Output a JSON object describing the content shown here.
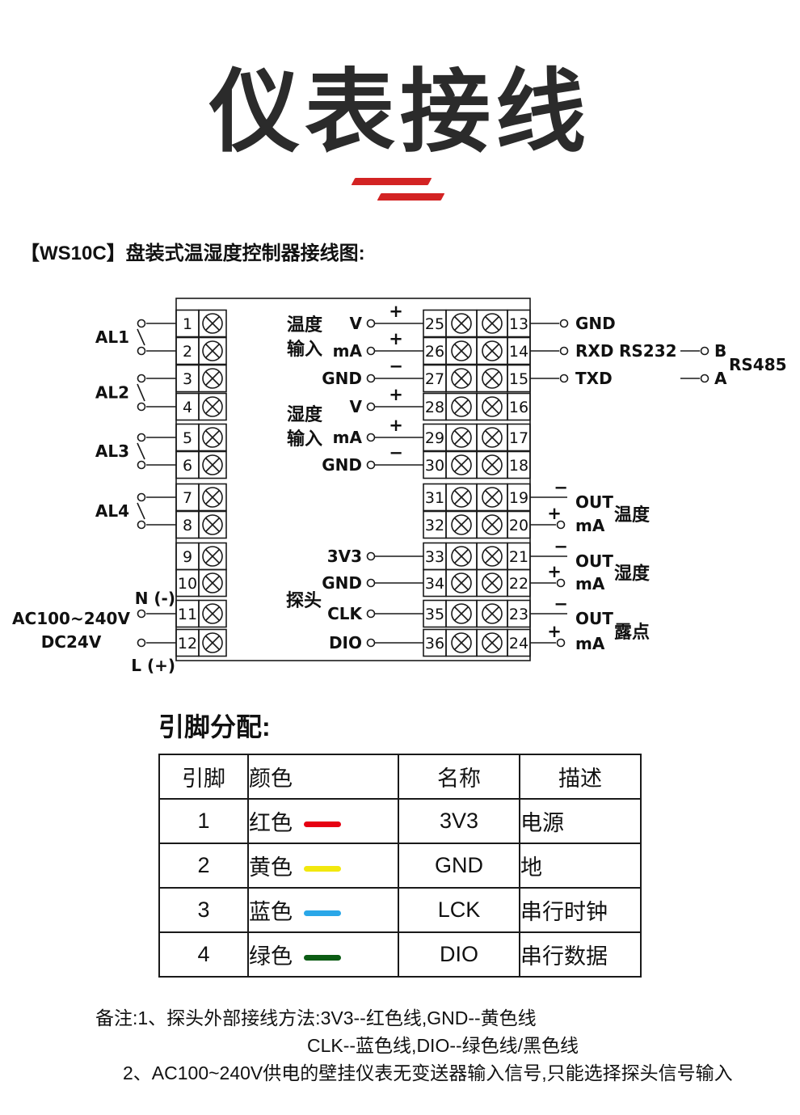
{
  "title": "仪表接线",
  "subtitle": "【WS10C】盘装式温湿度控制器接线图:",
  "colors": {
    "accent_red": "#d32323"
  },
  "diagram": {
    "al_labels": [
      "AL1",
      "AL2",
      "AL3",
      "AL4"
    ],
    "left_terminals": [
      "1",
      "2",
      "3",
      "4",
      "5",
      "6",
      "7",
      "8",
      "9",
      "10",
      "11",
      "12"
    ],
    "mid_terminals": [
      "25",
      "26",
      "27",
      "28",
      "29",
      "30",
      "31",
      "32",
      "33",
      "34",
      "35",
      "36"
    ],
    "right_terminals": [
      "13",
      "14",
      "15",
      "16",
      "17",
      "18",
      "19",
      "20",
      "21",
      "22",
      "23",
      "24"
    ],
    "power": {
      "neutral": "N (-)",
      "supply1": "AC100~240V",
      "supply2": "DC24V",
      "live": "L (+)"
    },
    "temp_input": {
      "line1": "温度",
      "line2": "输入",
      "pins": [
        {
          "name": "V",
          "sign": "+"
        },
        {
          "name": "mA",
          "sign": "+"
        },
        {
          "name": "GND",
          "sign": "−"
        }
      ]
    },
    "hum_input": {
      "line1": "湿度",
      "line2": "输入",
      "pins": [
        {
          "name": "V",
          "sign": "+"
        },
        {
          "name": "mA",
          "sign": "+"
        },
        {
          "name": "GND",
          "sign": "−"
        }
      ]
    },
    "probe": {
      "label": "探头",
      "pins": [
        "3V3",
        "GND",
        "CLK",
        "DIO"
      ]
    },
    "comm": {
      "gnd": "GND",
      "rxd": "RXD",
      "txd": "TXD",
      "rs232": "RS232",
      "b": "B",
      "a": "A",
      "rs485": "RS485"
    },
    "outputs": [
      {
        "minus": "−",
        "name": "OUT",
        "plus": "+",
        "unit": "mA",
        "label": "温度"
      },
      {
        "minus": "−",
        "name": "OUT",
        "plus": "+",
        "unit": "mA",
        "label": "湿度"
      },
      {
        "minus": "−",
        "name": "OUT",
        "plus": "+",
        "unit": "mA",
        "label": "露点"
      }
    ]
  },
  "pin_table": {
    "heading": "引脚分配:",
    "headers": [
      "引脚",
      "颜色",
      "名称",
      "描述"
    ],
    "rows": [
      {
        "pin": "1",
        "color_name": "红色",
        "color_hex": "#e60012",
        "name": "3V3",
        "desc": "电源"
      },
      {
        "pin": "2",
        "color_name": "黄色",
        "color_hex": "#f2e80e",
        "name": "GND",
        "desc": "地"
      },
      {
        "pin": "3",
        "color_name": "蓝色",
        "color_hex": "#2aa7e8",
        "name": "LCK",
        "desc": "串行时钟"
      },
      {
        "pin": "4",
        "color_name": "绿色",
        "color_hex": "#0c5c14",
        "name": "DIO",
        "desc": "串行数据"
      }
    ]
  },
  "notes": [
    "备注:1、探头外部接线方法:3V3--红色线,GND--黄色线",
    "CLK--蓝色线,DIO--绿色线/黑色线",
    "2、AC100~240V供电的壁挂仪表无变送器输入信号,只能选择探头信号输入"
  ]
}
